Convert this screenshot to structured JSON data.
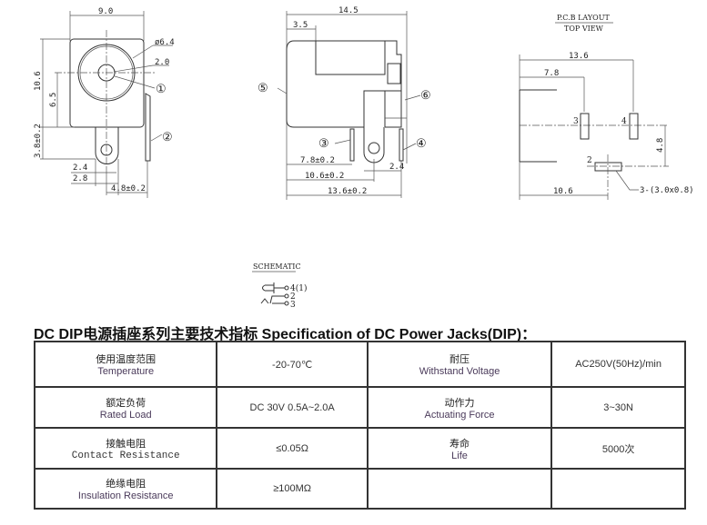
{
  "front_view": {
    "dim_width": "9.0",
    "dim_outer_dia": "ø6.4",
    "dim_inner_dia": "2.0",
    "dim_height": "10.6",
    "dim_center": "6.5",
    "dim_tab": "3.8±0.2",
    "dim_a": "2.4",
    "dim_b": "2.8",
    "dim_c": "4.8±0.2",
    "callout_1": "①",
    "callout_2": "②"
  },
  "side_view": {
    "dim_length": "14.5",
    "dim_front": "3.5",
    "dim_pin3": "7.8±0.2",
    "dim_pin2": "10.6±0.2",
    "dim_pin4": "13.6±0.2",
    "dim_gap": "2.4",
    "callout_3": "③",
    "callout_4": "④",
    "callout_5": "⑤",
    "callout_6": "⑥"
  },
  "pcb": {
    "title": "P.C.B LAYOUT",
    "subtitle": "TOP VIEW",
    "dim_13_6": "13.6",
    "dim_7_8": "7.8",
    "dim_4_8": "4.8",
    "dim_10_6": "10.6",
    "pad_3": "3",
    "pad_4": "4",
    "pad_2": "2",
    "pad_note": "3-(3.0x0.8)"
  },
  "schematic": {
    "title": "SCHEMATIC",
    "pin_a": "4(1)",
    "pin_b": "2",
    "pin_c": "3"
  },
  "spec": {
    "title": "DC DIP电源插座系列主要技术指标 Specification of DC Power Jacks(DIP)：",
    "rows": [
      {
        "l_cn": "使用温度范围",
        "l_en": "Temperature",
        "l_val": "-20-70℃",
        "r_cn": "耐压",
        "r_en": "Withstand Voltage",
        "r_val": "AC250V(50Hz)/min"
      },
      {
        "l_cn": "额定负荷",
        "l_en": "Rated Load",
        "l_val": "DC 30V 0.5A~2.0A",
        "r_cn": "动作力",
        "r_en": "Actuating Force",
        "r_val": "3~30N"
      },
      {
        "l_cn": "接触电阻",
        "l_en": "Contact Resistance",
        "l_val": "≤0.05Ω",
        "r_cn": "寿命",
        "r_en": "Life",
        "r_val": "5000次"
      },
      {
        "l_cn": "绝缘电阻",
        "l_en": "Insulation Resistance",
        "l_val": "≥100MΩ",
        "r_cn": "",
        "r_en": "",
        "r_val": ""
      }
    ]
  }
}
